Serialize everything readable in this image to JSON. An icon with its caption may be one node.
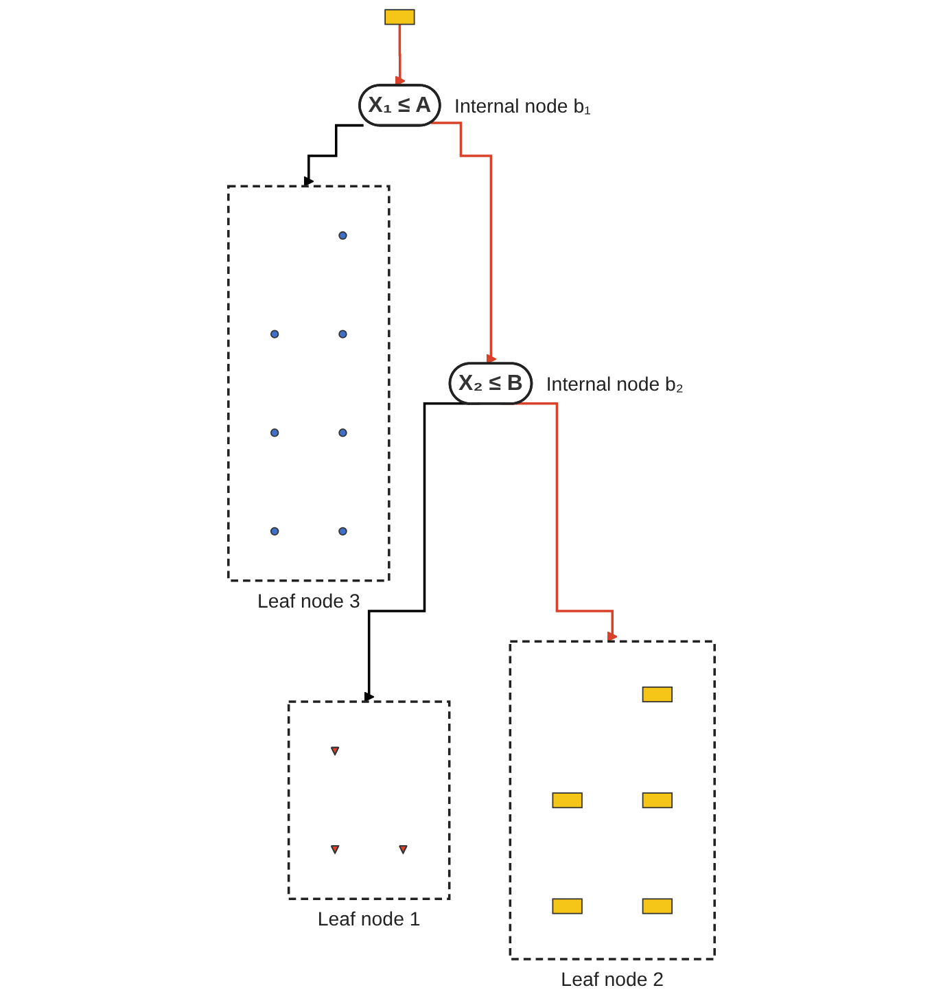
{
  "diagram": {
    "nodes": [
      {
        "text": [],
        "shape": "box"
      },
      {
        "text": [
          "X₁ ≤ A"
        ],
        "beside": [
          "Internal node b₁"
        ]
      },
      {
        "text": [
          "X₂ ≤ B"
        ],
        "beside": [
          "Internal node b₂"
        ]
      },
      {
        "text": [],
        "shape": "box",
        "beside": [
          "Leaf node 1"
        ]
      },
      {
        "text": [],
        "shape": "box",
        "beside": [
          "Leaf node 2"
        ]
      },
      {
        "text": [],
        "shape": "box",
        "beside": [
          "Leaf node 3"
        ]
      },
      {
        "text": [],
        "shape": "triangle",
        "in": 3
      },
      {
        "text": [],
        "shape": "triangle",
        "in": 3
      },
      {
        "text": [],
        "shape": "triangle",
        "in": 3
      },
      {
        "text": [],
        "shape": "box",
        "in": 4
      },
      {
        "text": [],
        "shape": "box",
        "in": 4
      },
      {
        "text": [],
        "shape": "box",
        "in": 4
      },
      {
        "text": [],
        "shape": "box",
        "in": 4
      },
      {
        "text": [],
        "shape": "box",
        "in": 4
      },
      {
        "text": [],
        "shape": "circle",
        "in": 5
      },
      {
        "text": [],
        "shape": "circle",
        "in": 5
      },
      {
        "text": [],
        "shape": "circle",
        "in": 5
      },
      {
        "text": [],
        "shape": "circle",
        "in": 5
      },
      {
        "text": [],
        "shape": "circle",
        "in": 5
      },
      {
        "text": [],
        "shape": "circle",
        "in": 5
      },
      {
        "text": [],
        "shape": "circle",
        "in": 5
      }
    ],
    "edges": [
      {
        "from": 0,
        "to": 1,
        "arrow": "to",
        "color": "#d9412b"
      },
      {
        "from": 1,
        "to": 2,
        "arrow": "to",
        "color": "#d9412b"
      },
      {
        "from": 1,
        "to": 5,
        "arrow": "to",
        "color": "#000000"
      },
      {
        "from": 2,
        "to": 3,
        "arrow": "to",
        "color": "#000000"
      },
      {
        "from": 2,
        "to": 4,
        "arrow": "to",
        "color": "#d9412b"
      }
    ]
  }
}
